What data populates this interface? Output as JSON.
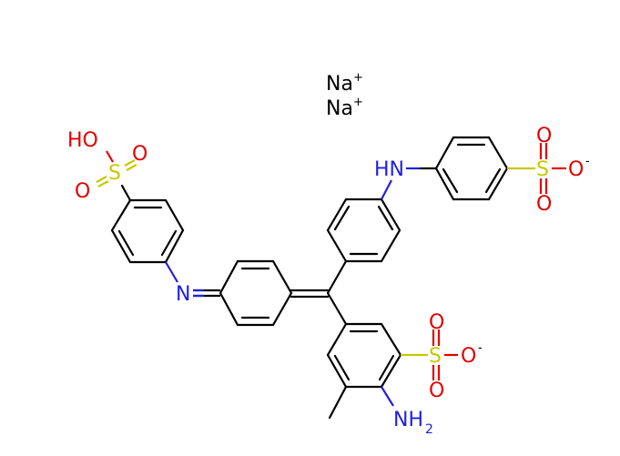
{
  "diagram": {
    "type": "chemical-structure",
    "colors": {
      "carbon": "#000000",
      "oxygen": "#e00000",
      "sulfur": "#c8c800",
      "nitrogen": "#2020e0",
      "ion": "#000000"
    },
    "counterions": [
      {
        "symbol": "Na",
        "charge": "+"
      },
      {
        "symbol": "Na",
        "charge": "+"
      }
    ],
    "labels": {
      "ho": "HO",
      "o": "O",
      "s": "S",
      "n": "N",
      "hn": "HN",
      "nh": "NH",
      "nh_sub": "2",
      "minus": "-"
    },
    "groups": [
      {
        "name": "sulfonic-acid",
        "text": "HO-S(=O)(=O)"
      },
      {
        "name": "imine",
        "text": "N="
      },
      {
        "name": "secondary-amine",
        "text": "HN"
      },
      {
        "name": "sulfonate-right",
        "text": "S(=O)(=O)O-"
      },
      {
        "name": "sulfonate-lower",
        "text": "S(=O)(=O)O-"
      },
      {
        "name": "amino",
        "text": "NH2"
      },
      {
        "name": "methyl",
        "text": "CH3"
      }
    ]
  }
}
